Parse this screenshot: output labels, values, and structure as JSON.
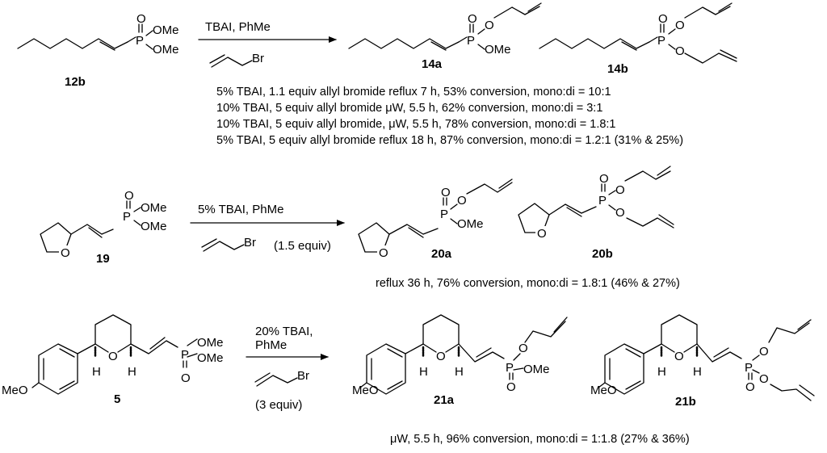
{
  "scheme": {
    "reaction1": {
      "reagents_above": "TBAI, PhMe",
      "reagent_below": "Br",
      "starting_material": {
        "label": "12b",
        "groups": [
          "O",
          "P",
          "OMe",
          "OMe"
        ]
      },
      "products": [
        {
          "label": "14a",
          "groups": [
            "O",
            "P",
            "O",
            "OMe"
          ]
        },
        {
          "label": "14b",
          "groups": [
            "O",
            "P",
            "O",
            "O"
          ]
        }
      ],
      "conditions": [
        "5% TBAI, 1.1 equiv allyl bromide reflux 7 h, 53% conversion, mono:di = 10:1",
        "10% TBAI, 5 equiv allyl bromide μW, 5.5 h, 62% conversion, mono:di = 3:1",
        "10% TBAI, 5 equiv allyl bromide, μW, 5.5 h, 78% conversion, mono:di = 1.8:1",
        "5% TBAI, 5 equiv allyl bromide reflux 18 h, 87% conversion, mono:di = 1.2:1 (31% & 25%)"
      ]
    },
    "reaction2": {
      "reagents_above": "5% TBAI, PhMe",
      "reagent_below": "Br",
      "reagent_equiv": "(1.5 equiv)",
      "starting_material": {
        "label": "19",
        "groups": [
          "O",
          "P",
          "OMe",
          "OMe",
          "O"
        ]
      },
      "products": [
        {
          "label": "20a",
          "groups": [
            "O",
            "P",
            "O",
            "OMe",
            "O"
          ]
        },
        {
          "label": "20b",
          "groups": [
            "O",
            "P",
            "O",
            "O",
            "O"
          ]
        }
      ],
      "conditions": [
        "reflux 36 h, 76% conversion, mono:di = 1.8:1 (46% & 27%)"
      ]
    },
    "reaction3": {
      "reagents_above_line1": "20% TBAI,",
      "reagents_above_line2": "PhMe",
      "reagent_below": "Br",
      "reagent_equiv": "(3 equiv)",
      "starting_material": {
        "label": "5",
        "groups": [
          "MeO",
          "H",
          "O",
          "H",
          "P",
          "OMe",
          "OMe",
          "O"
        ]
      },
      "products": [
        {
          "label": "21a",
          "groups": [
            "MeO",
            "H",
            "O",
            "H",
            "P",
            "O",
            "OMe",
            "O"
          ]
        },
        {
          "label": "21b",
          "groups": [
            "MeO",
            "H",
            "O",
            "H",
            "P",
            "O",
            "O",
            "O"
          ]
        }
      ],
      "conditions": [
        "μW, 5.5 h, 96% conversion, mono:di = 1:1.8 (27% & 36%)"
      ]
    }
  }
}
